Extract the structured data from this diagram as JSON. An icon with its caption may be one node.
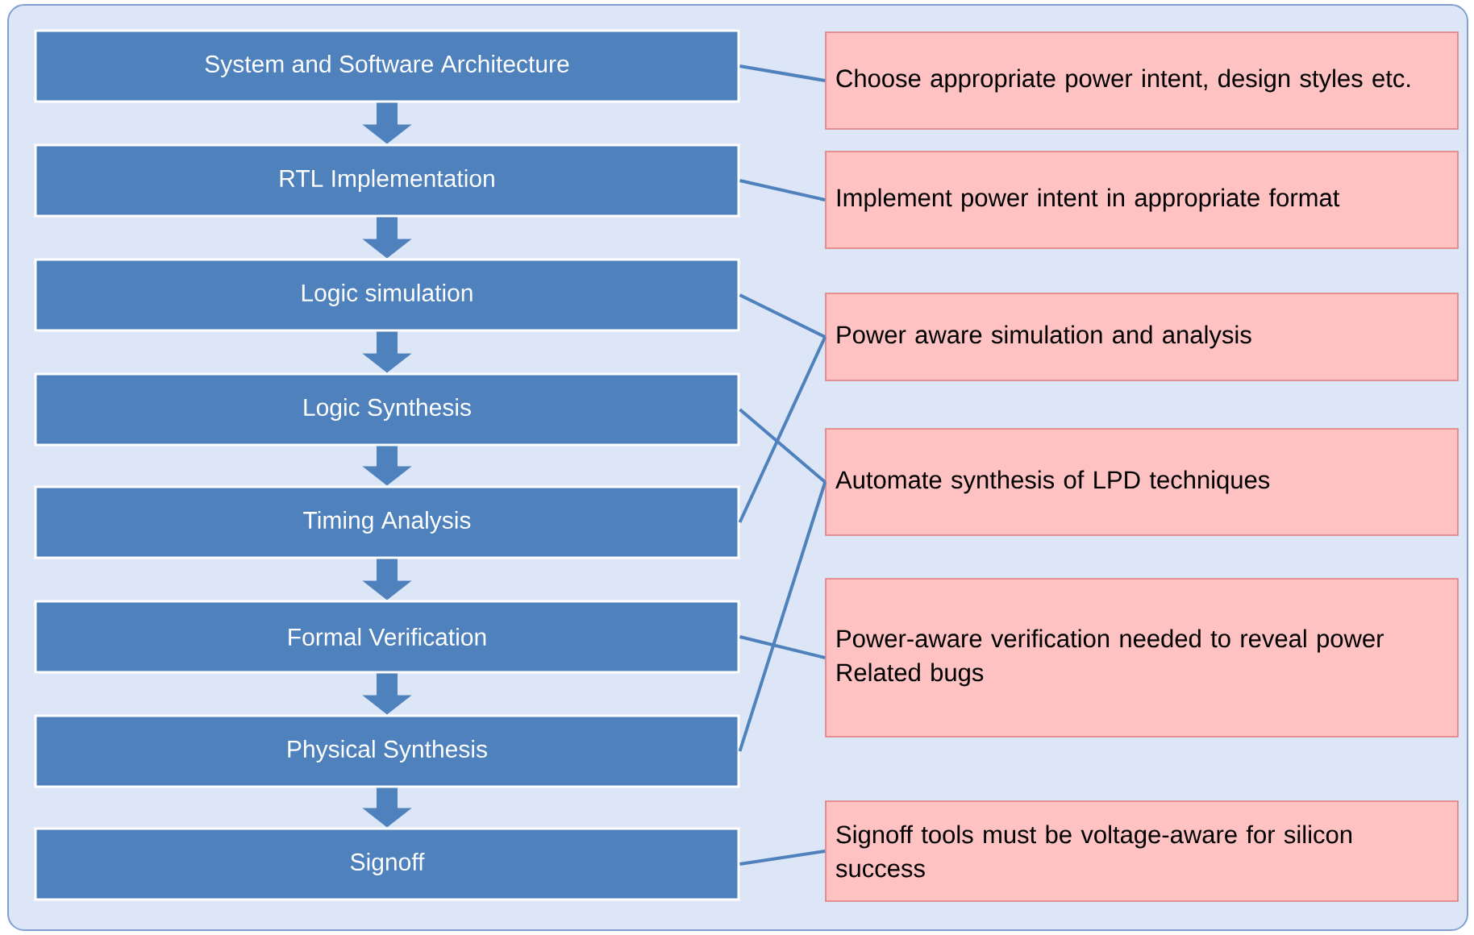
{
  "diagram": {
    "nodes": [
      {
        "text": [
          "System and Software Architecture"
        ]
      },
      {
        "text": [
          "RTL Implementation"
        ]
      },
      {
        "text": [
          "Logic simulation"
        ]
      },
      {
        "text": [
          "Logic Synthesis"
        ]
      },
      {
        "text": [
          "Timing Analysis"
        ]
      },
      {
        "text": [
          "Formal Verification"
        ]
      },
      {
        "text": [
          "Physical Synthesis"
        ]
      },
      {
        "text": [
          "Signoff"
        ]
      },
      {
        "text": [
          "Choose appropriate power intent, design styles etc."
        ]
      },
      {
        "text": [
          "Implement power intent in appropriate format"
        ]
      },
      {
        "text": [
          "Power aware simulation and analysis"
        ]
      },
      {
        "text": [
          "Automate synthesis of LPD techniques"
        ]
      },
      {
        "text": [
          "Power-aware verification needed to reveal power Related bugs"
        ]
      },
      {
        "text": [
          "Signoff tools must be voltage-aware for silicon success"
        ]
      }
    ],
    "edges": [
      {
        "from": 0,
        "to": 1,
        "arrow": "to",
        "style": "thick"
      },
      {
        "from": 1,
        "to": 2,
        "arrow": "to",
        "style": "thick"
      },
      {
        "from": 2,
        "to": 3,
        "arrow": "to",
        "style": "thick"
      },
      {
        "from": 3,
        "to": 4,
        "arrow": "to",
        "style": "thick"
      },
      {
        "from": 4,
        "to": 5,
        "arrow": "to",
        "style": "thick"
      },
      {
        "from": 5,
        "to": 6,
        "arrow": "to",
        "style": "thick"
      },
      {
        "from": 6,
        "to": 7,
        "arrow": "to",
        "style": "thick"
      },
      {
        "from": 0,
        "to": 8,
        "arrow": "none"
      },
      {
        "from": 1,
        "to": 9,
        "arrow": "none"
      },
      {
        "from": 2,
        "to": 10,
        "arrow": "none"
      },
      {
        "from": 4,
        "to": 10,
        "arrow": "none"
      },
      {
        "from": 3,
        "to": 11,
        "arrow": "none"
      },
      {
        "from": 6,
        "to": 11,
        "arrow": "none"
      },
      {
        "from": 5,
        "to": 12,
        "arrow": "none"
      },
      {
        "from": 7,
        "to": 13,
        "arrow": "none"
      }
    ]
  }
}
